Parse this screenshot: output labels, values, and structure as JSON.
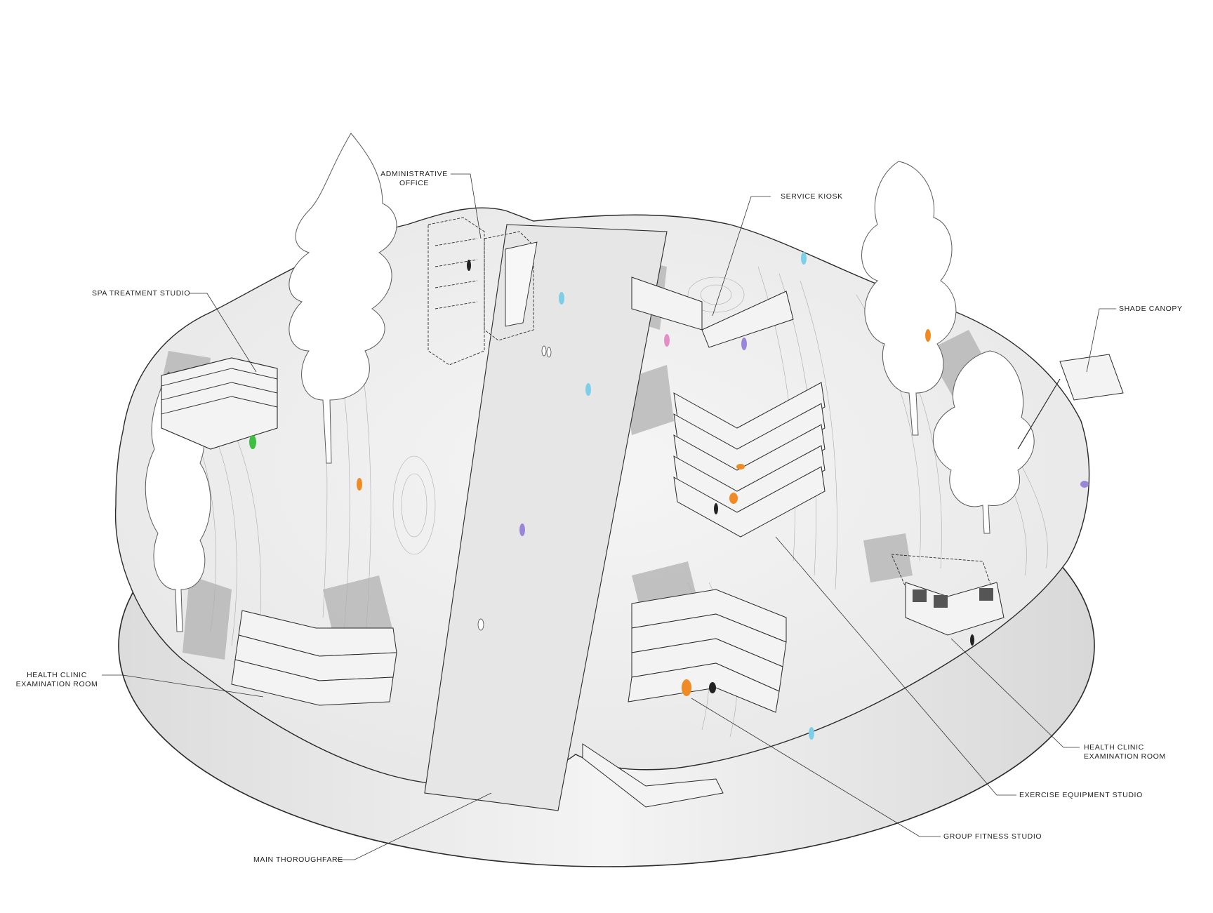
{
  "labels": {
    "administrative_office": [
      "ADMINISTRATIVE",
      "OFFICE"
    ],
    "service_kiosk": [
      "SERVICE KIOSK"
    ],
    "spa_treatment_studio": [
      "SPA TREATMENT STUDIO"
    ],
    "shade_canopy": [
      "SHADE CANOPY"
    ],
    "health_clinic_left": [
      "HEALTH CLINIC",
      "EXAMINATION ROOM"
    ],
    "health_clinic_right": [
      "HEALTH CLINIC",
      "EXAMINATION ROOM"
    ],
    "exercise_equipment_studio": [
      "EXERCISE EQUIPMENT STUDIO"
    ],
    "group_fitness_studio": [
      "GROUP FITNESS STUDIO"
    ],
    "main_thoroughfare": [
      "MAIN THOROUGHFARE"
    ]
  },
  "colors": {
    "background": "#ffffff",
    "ground_top": "#efefef",
    "ground_side": "#e2e2e2",
    "shadow": "#a9a9a9",
    "road": "#e4e4e4",
    "linework": "#2a2a2a",
    "accent_orange": "#f08a24",
    "accent_blue": "#7ccfe6",
    "accent_purple": "#9a86d8",
    "accent_pink": "#e48fc4",
    "accent_green": "#3fbf3f"
  }
}
